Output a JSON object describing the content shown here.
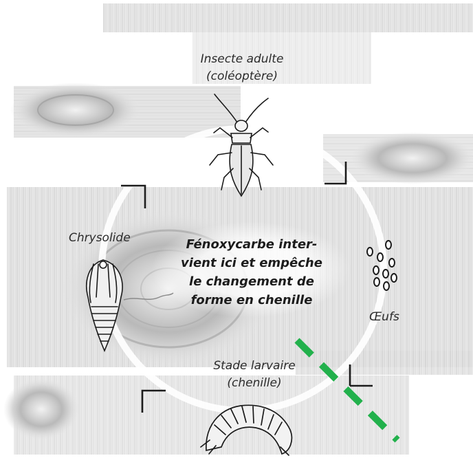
{
  "stages": {
    "adult": {
      "line1": "Insecte adulte",
      "line2": "(coléoptère)"
    },
    "eggs": {
      "label": "Œufs"
    },
    "larva": {
      "line1": "Stade larvaire",
      "line2": "(chenille)"
    },
    "pupa": {
      "label": "Chrysolide"
    }
  },
  "center_text": {
    "lines": [
      "Fénoxycarbe inter-",
      "vient ici et empêche",
      "le changement de",
      "forme en chenille"
    ]
  },
  "colors": {
    "blocked_marker": "#22b14c",
    "ink": "#1c1c1c",
    "wood_base": "#dcdcdc",
    "wood_grain": "#a8a8a8"
  },
  "icons": [
    "beetle-icon",
    "eggs-icon",
    "larva-icon",
    "pupa-icon",
    "cycle-arrow-icon"
  ]
}
